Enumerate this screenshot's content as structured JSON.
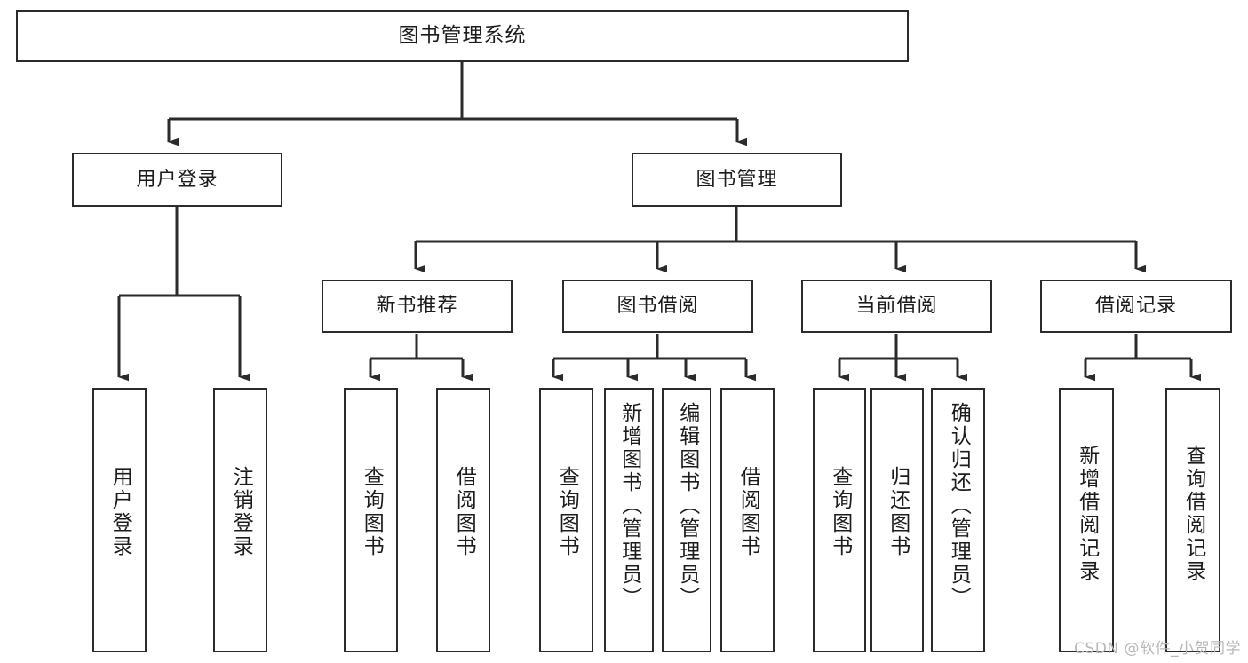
{
  "diagram": {
    "title": "图书管理系统",
    "type": "tree",
    "watermark": "CSDN @软件_小贺同学",
    "colors": {
      "box_border": "#2b2b2b",
      "box_fill": "#ffffff",
      "connector": "#2b2b2b",
      "background": "#ffffff",
      "watermark": "#b8b8b8"
    },
    "root": {
      "label": "图书管理系统"
    },
    "level2": [
      {
        "label": "用户登录"
      },
      {
        "label": "图书管理"
      }
    ],
    "level3": [
      {
        "label": "新书推荐"
      },
      {
        "label": "图书借阅"
      },
      {
        "label": "当前借阅"
      },
      {
        "label": "借阅记录"
      }
    ],
    "leaves": {
      "user_login": [
        {
          "label": "用户登录"
        },
        {
          "label": "注销登录"
        }
      ],
      "new_book": [
        {
          "label": "查询图书"
        },
        {
          "label": "借阅图书"
        }
      ],
      "book_borrow": [
        {
          "label": "查询图书"
        },
        {
          "label": "新增图书（管理员）"
        },
        {
          "label": "编辑图书（管理员）"
        },
        {
          "label": "借阅图书"
        }
      ],
      "current_borrow": [
        {
          "label": "查询图书"
        },
        {
          "label": "归还图书"
        },
        {
          "label": "确认归还（管理员）"
        }
      ],
      "borrow_record": [
        {
          "label": "新增借阅记录"
        },
        {
          "label": "查询借阅记录"
        }
      ]
    }
  }
}
